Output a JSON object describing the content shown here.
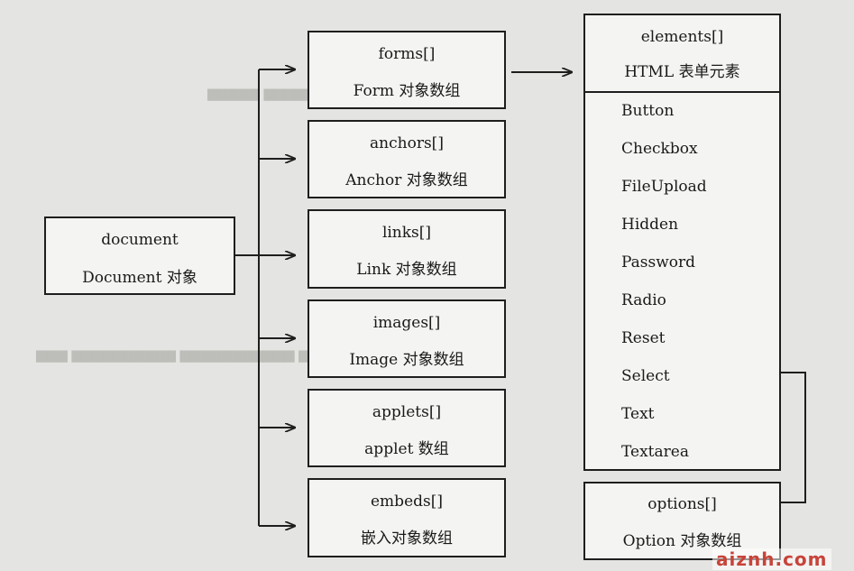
{
  "document": {
    "label": "document",
    "desc": "Document 对象"
  },
  "collections": [
    {
      "label": "forms[]",
      "desc": "Form 对象数组"
    },
    {
      "label": "anchors[]",
      "desc": "Anchor 对象数组"
    },
    {
      "label": "links[]",
      "desc": "Link 对象数组"
    },
    {
      "label": "images[]",
      "desc": "Image 对象数组"
    },
    {
      "label": "applets[]",
      "desc": "applet 数组"
    },
    {
      "label": "embeds[]",
      "desc": "嵌入对象数组"
    }
  ],
  "elements": {
    "label": "elements[]",
    "desc": "HTML 表单元素",
    "items": [
      "Button",
      "Checkbox",
      "FileUpload",
      "Hidden",
      "Password",
      "Radio",
      "Reset",
      "Select",
      "Text",
      "Textarea"
    ]
  },
  "options": {
    "label": "options[]",
    "desc": "Option 对象数组"
  },
  "watermark": "aiznh.com"
}
